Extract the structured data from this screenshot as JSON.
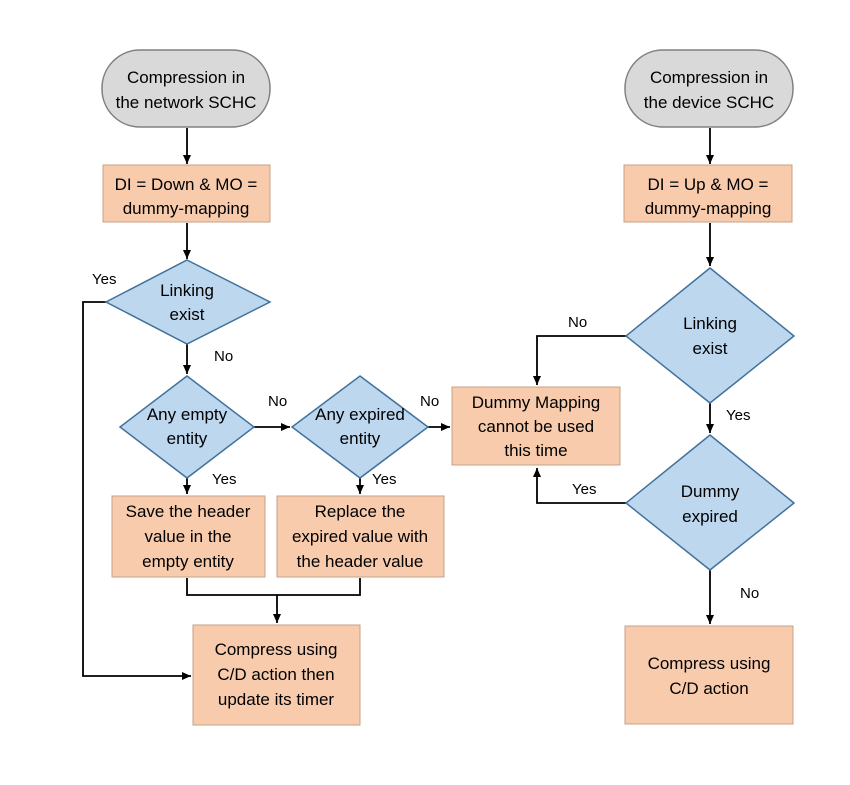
{
  "nodes": {
    "start_network": [
      "Compression in",
      "the network SCHC"
    ],
    "di_down": [
      "DI = Down & MO =",
      "dummy-mapping"
    ],
    "linking_left": [
      "Linking",
      "exist"
    ],
    "any_empty": [
      "Any empty",
      "entity"
    ],
    "any_expired": [
      "Any expired",
      "entity"
    ],
    "save_header": [
      "Save the header",
      "value in the",
      "empty entity"
    ],
    "replace_expired": [
      "Replace the",
      "expired value with",
      "the header value"
    ],
    "compress_update": [
      "Compress using",
      "C/D action then",
      "update its timer"
    ],
    "dummy_unusable": [
      "Dummy Mapping",
      "cannot be used",
      "this time"
    ],
    "start_device": [
      "Compression in",
      "the device SCHC"
    ],
    "di_up": [
      "DI = Up & MO =",
      "dummy-mapping"
    ],
    "linking_right": [
      "Linking",
      "exist"
    ],
    "dummy_expired": [
      "Dummy",
      "expired"
    ],
    "compress_right": [
      "Compress using",
      "C/D action"
    ]
  },
  "edge_labels": {
    "left_yes": "Yes",
    "left_no": "No",
    "empty_no": "No",
    "empty_yes": "Yes",
    "expired_no": "No",
    "expired_yes": "Yes",
    "right_link_no": "No",
    "right_link_yes": "Yes",
    "dummy_yes": "Yes",
    "dummy_no": "No"
  }
}
